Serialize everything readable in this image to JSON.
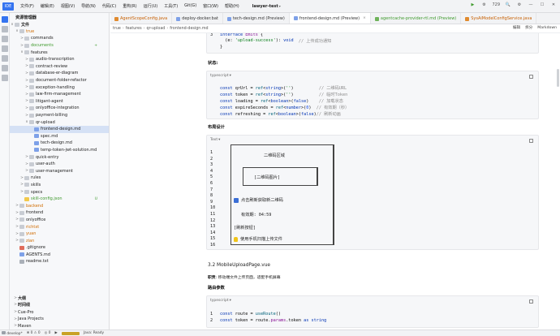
{
  "titlebar": {
    "logo": "IDE",
    "menu": [
      "文件(F)",
      "编辑(E)",
      "视图(V)",
      "导航(N)",
      "代码(C)",
      "重构(R)",
      "运行(U)",
      "工具(T)",
      "Git(G)",
      "窗口(W)",
      "帮助(H)"
    ],
    "project": "lawyer-test",
    "right_items": [
      "▶",
      "⚙",
      "729",
      "🔍",
      "⚙",
      "—",
      "☐",
      "✕"
    ]
  },
  "project_panel": {
    "title": "资源管理器",
    "items": [
      {
        "depth": 0,
        "chev": "∨",
        "icon": "folder",
        "label": "文件",
        "style": "bold"
      },
      {
        "depth": 1,
        "chev": "∨",
        "icon": "folder",
        "label": "true",
        "style": "orange"
      },
      {
        "depth": 2,
        "chev": ">",
        "icon": "folder",
        "label": "commands",
        "style": ""
      },
      {
        "depth": 2,
        "chev": ">",
        "icon": "folder",
        "label": "documents",
        "style": "green",
        "badge": "+"
      },
      {
        "depth": 2,
        "chev": "∨",
        "icon": "folder",
        "label": "features",
        "style": ""
      },
      {
        "depth": 3,
        "chev": ">",
        "icon": "folder",
        "label": "audio-transcription",
        "style": ""
      },
      {
        "depth": 3,
        "chev": ">",
        "icon": "folder",
        "label": "contract-review",
        "style": ""
      },
      {
        "depth": 3,
        "chev": ">",
        "icon": "folder",
        "label": "database-er-diagram",
        "style": ""
      },
      {
        "depth": 3,
        "chev": ">",
        "icon": "folder",
        "label": "document-folder-refactor",
        "style": ""
      },
      {
        "depth": 3,
        "chev": ">",
        "icon": "folder",
        "label": "exception-handling",
        "style": ""
      },
      {
        "depth": 3,
        "chev": ">",
        "icon": "folder",
        "label": "law-firm-management",
        "style": ""
      },
      {
        "depth": 3,
        "chev": ">",
        "icon": "folder",
        "label": "litigant-agent",
        "style": ""
      },
      {
        "depth": 3,
        "chev": ">",
        "icon": "folder",
        "label": "onlyoffice-integration",
        "style": ""
      },
      {
        "depth": 3,
        "chev": ">",
        "icon": "folder",
        "label": "payment-billing",
        "style": ""
      },
      {
        "depth": 3,
        "chev": "∨",
        "icon": "folder",
        "label": "qr-upload",
        "style": ""
      },
      {
        "depth": 4,
        "chev": "",
        "icon": "file-md",
        "label": "frontend-design.md",
        "style": "",
        "selected": true
      },
      {
        "depth": 4,
        "chev": "",
        "icon": "file-md",
        "label": "spec.md",
        "style": ""
      },
      {
        "depth": 4,
        "chev": "",
        "icon": "file-md",
        "label": "tech-design.md",
        "style": ""
      },
      {
        "depth": 4,
        "chev": "",
        "icon": "file-md",
        "label": "temp-token-jwt-solution.md",
        "style": ""
      },
      {
        "depth": 3,
        "chev": ">",
        "icon": "folder",
        "label": "quick-entry",
        "style": ""
      },
      {
        "depth": 3,
        "chev": ">",
        "icon": "folder",
        "label": "user-auth",
        "style": ""
      },
      {
        "depth": 3,
        "chev": ">",
        "icon": "folder",
        "label": "user-management",
        "style": ""
      },
      {
        "depth": 2,
        "chev": ">",
        "icon": "folder",
        "label": "rules",
        "style": ""
      },
      {
        "depth": 2,
        "chev": ">",
        "icon": "folder",
        "label": "skills",
        "style": ""
      },
      {
        "depth": 2,
        "chev": ">",
        "icon": "folder",
        "label": "specs",
        "style": ""
      },
      {
        "depth": 2,
        "chev": "",
        "icon": "file-js",
        "label": "skill-config.json",
        "style": "green",
        "badge": "U"
      },
      {
        "depth": 1,
        "chev": ">",
        "icon": "folder",
        "label": "backend",
        "style": "orange"
      },
      {
        "depth": 1,
        "chev": ">",
        "icon": "folder",
        "label": "frontend",
        "style": ""
      },
      {
        "depth": 1,
        "chev": ">",
        "icon": "folder",
        "label": "onlyoffice",
        "style": ""
      },
      {
        "depth": 1,
        "chev": ">",
        "icon": "folder",
        "label": "richtxt",
        "style": "orange"
      },
      {
        "depth": 1,
        "chev": ">",
        "icon": "folder",
        "label": "yuan",
        "style": "orange"
      },
      {
        "depth": 1,
        "chev": ">",
        "icon": "folder",
        "label": "zian",
        "style": "orange"
      },
      {
        "depth": 1,
        "chev": "",
        "icon": "file-git",
        "label": ".gitignore",
        "style": ""
      },
      {
        "depth": 1,
        "chev": "",
        "icon": "file-md",
        "label": "AGENTS.md",
        "style": ""
      },
      {
        "depth": 1,
        "chev": "",
        "icon": "file-txt",
        "label": "readme.txt",
        "style": ""
      }
    ],
    "bottom": [
      "大纲",
      "时间线",
      "Cue-Pro",
      "Java Projects",
      "Maven"
    ]
  },
  "tabs": [
    {
      "label": "AgentScopeConfig.java",
      "style": "orange",
      "active": false
    },
    {
      "label": "deploy-docker.bat",
      "style": "",
      "active": false
    },
    {
      "label": "tech-design.md (Preview)",
      "style": "",
      "active": false
    },
    {
      "label": "frontend-design.md (Preview)",
      "style": "",
      "active": true
    },
    {
      "label": "agentcache-provider-rtl.md (Preview)",
      "style": "green",
      "active": false
    },
    {
      "label": "SysAiModelConfigService.java",
      "style": "orange",
      "active": false
    }
  ],
  "breadcrumb": [
    "true",
    "features",
    "qr-upload",
    "frontend-design.md"
  ],
  "crumb_right": [
    "编辑",
    "拆分",
    "Markdown"
  ],
  "content": {
    "block1": {
      "lines": [
        {
          "n": "3",
          "parts": [
            [
              "kw",
              "interface "
            ],
            [
              "typ",
              "Emits "
            ],
            [
              "plain",
              "{"
            ]
          ]
        },
        {
          "n": "",
          "parts": [
            [
              "plain",
              "  (e: "
            ],
            [
              "str",
              "'upload-success'"
            ],
            [
              "plain",
              "): "
            ],
            [
              "kw",
              "void"
            ],
            [
              "plain",
              "  "
            ],
            [
              "cmt",
              "// 上传成功通知"
            ]
          ]
        },
        {
          "n": "",
          "parts": [
            [
              "plain",
              "}"
            ]
          ]
        }
      ]
    },
    "state_heading": "状态:",
    "block2": {
      "lang": "typescript",
      "lines": [
        {
          "n": "",
          "parts": [
            [
              "kw",
              "const "
            ],
            [
              "plain",
              "qrUrl = "
            ],
            [
              "fn",
              "ref"
            ],
            [
              "plain",
              "<"
            ],
            [
              "kw",
              "string"
            ],
            [
              "plain",
              ">("
            ],
            [
              "str",
              "''"
            ],
            [
              "plain",
              ")          "
            ],
            [
              "cmt",
              "// 二维码URL"
            ]
          ]
        },
        {
          "n": "",
          "parts": [
            [
              "kw",
              "const "
            ],
            [
              "plain",
              "token = "
            ],
            [
              "fn",
              "ref"
            ],
            [
              "plain",
              "<"
            ],
            [
              "kw",
              "string"
            ],
            [
              "plain",
              ">("
            ],
            [
              "str",
              "''"
            ],
            [
              "plain",
              ")          "
            ],
            [
              "cmt",
              "// 临时Token"
            ]
          ]
        },
        {
          "n": "",
          "parts": [
            [
              "kw",
              "const "
            ],
            [
              "plain",
              "loading = "
            ],
            [
              "fn",
              "ref"
            ],
            [
              "plain",
              "<"
            ],
            [
              "kw",
              "boolean"
            ],
            [
              "plain",
              ">("
            ],
            [
              "kw",
              "false"
            ],
            [
              "plain",
              ")    "
            ],
            [
              "cmt",
              "// 加载状态"
            ]
          ]
        },
        {
          "n": "",
          "parts": [
            [
              "kw",
              "const "
            ],
            [
              "plain",
              "expireSeconds = "
            ],
            [
              "fn",
              "ref"
            ],
            [
              "plain",
              "<"
            ],
            [
              "kw",
              "number"
            ],
            [
              "plain",
              ">("
            ],
            [
              "num",
              "0"
            ],
            [
              "plain",
              ")  "
            ],
            [
              "cmt",
              "// 有效期（秒）"
            ]
          ]
        },
        {
          "n": "",
          "parts": [
            [
              "kw",
              "const "
            ],
            [
              "plain",
              "refreshing = "
            ],
            [
              "fn",
              "ref"
            ],
            [
              "plain",
              "<"
            ],
            [
              "kw",
              "boolean"
            ],
            [
              "plain",
              ">("
            ],
            [
              "kw",
              "false"
            ],
            [
              "plain",
              ")"
            ],
            [
              "cmt",
              "// 刷新动画"
            ]
          ]
        }
      ]
    },
    "layout_heading": "布局设计",
    "block3": {
      "lang": "Text",
      "line_numbers": [
        "1",
        "2",
        "3",
        "4",
        "5",
        "6",
        "7",
        "8",
        "9",
        "10",
        "11",
        "12",
        "13",
        "14",
        "15",
        "16"
      ],
      "title_area": "二维码区域",
      "qr_image": "[二维码图片]",
      "click_refresh": "点击刷新获取新二维码",
      "validity": "有效期: 04:59",
      "refresh_btn": "[刷新按钮]",
      "hint": "使用手机扫描上传文件"
    },
    "section_title": "3.2 MobileUploadPage.vue",
    "duty_label": "职责",
    "duty_text": ": 移动端文件上传页面，适配手机屏幕",
    "route_heading": "路由参数",
    "block4": {
      "lang": "typescript",
      "lines": [
        {
          "n": "1",
          "parts": [
            [
              "kw",
              "const "
            ],
            [
              "plain",
              "route = "
            ],
            [
              "fn",
              "useRoute"
            ],
            [
              "plain",
              "()"
            ]
          ]
        },
        {
          "n": "2",
          "parts": [
            [
              "kw",
              "const "
            ],
            [
              "plain",
              "token = route."
            ],
            [
              "typ",
              "params"
            ],
            [
              "plain",
              ".token "
            ],
            [
              "kw",
              "as "
            ],
            [
              "kw",
              "string"
            ]
          ]
        }
      ]
    }
  },
  "statusbar": [
    "develop*",
    "⊗ 0 ⚠ 0",
    "◎ 0",
    "▶",
    "",
    "Java: Ready"
  ]
}
